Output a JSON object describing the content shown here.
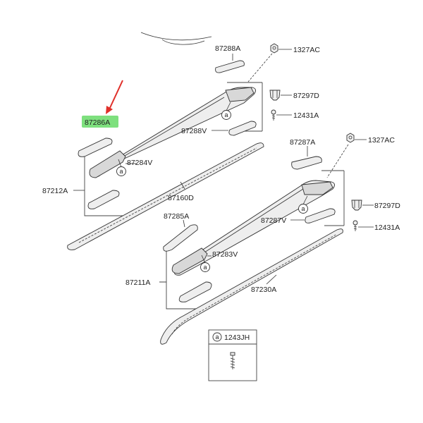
{
  "labels": {
    "p87288A": "87288A",
    "p1327AC_top": "1327AC",
    "p87297D_top": "87297D",
    "p12431A_top": "12431A",
    "p87288V": "87288V",
    "p87286A": "87286A",
    "p87284V": "87284V",
    "p87212A": "87212A",
    "p87160D": "87160D",
    "p87287A": "87287A",
    "p1327AC_bot": "1327AC",
    "p87297D_bot": "87297D",
    "p87287V": "87287V",
    "p12431A_bot": "12431A",
    "p87285A": "87285A",
    "p87283V": "87283V",
    "p87211A": "87211A",
    "p87230A": "87230A",
    "p1243JH": "1243JH"
  },
  "ref_marker": "a",
  "colors": {
    "highlight": "#7ee07e",
    "arrow": "#e0302a"
  },
  "icons": [
    "nut-icon",
    "clip-icon",
    "screw-icon",
    "arrow-icon"
  ]
}
